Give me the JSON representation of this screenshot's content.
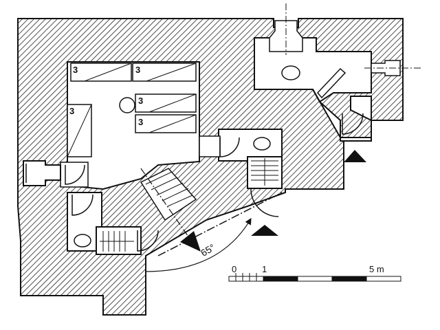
{
  "colors": {
    "ink": "#111111",
    "paper": "#ffffff",
    "hatch": "#222222"
  },
  "room_labels": {
    "bunk_1": "3",
    "bunk_2": "3",
    "bunk_3": "3",
    "bunk_4": "3",
    "bunk_5": "3"
  },
  "angle_label": "65°",
  "scale_bar": {
    "tick_0": "0",
    "tick_1": "1",
    "tick_5": "5 m"
  }
}
